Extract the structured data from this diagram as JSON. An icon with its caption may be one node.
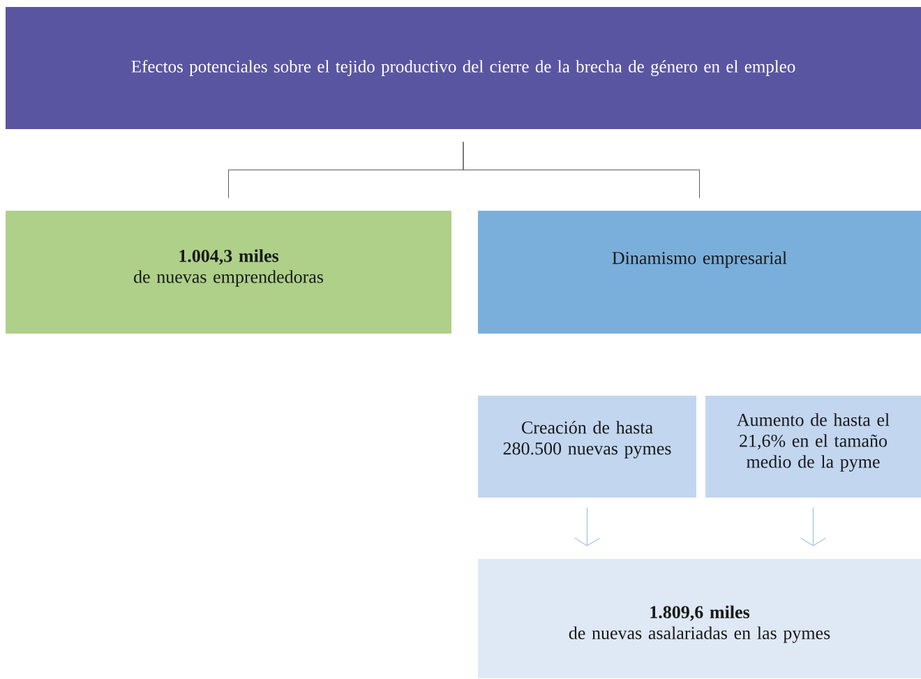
{
  "diagram": {
    "nodes": [
      {
        "text": [
          "Efectos potenciales sobre el tejido productivo del cierre de la brecha de género en el empleo"
        ]
      },
      {
        "text": [
          "1.004,3 miles",
          "de nuevas emprendedoras"
        ]
      },
      {
        "text": [
          "Dinamismo empresarial"
        ]
      },
      {
        "text": [
          "Creación de hasta 280.500 nuevas pymes"
        ]
      },
      {
        "text": [
          "Aumento de hasta el 21,6% en el tamaño medio de la pyme"
        ]
      },
      {
        "text": [
          "1.809,6 miles",
          "de nuevas asalariadas en las pymes"
        ]
      }
    ],
    "edges": [
      {
        "from": 0,
        "to": 1,
        "arrow": "none"
      },
      {
        "from": 0,
        "to": 2,
        "arrow": "none"
      },
      {
        "from": 3,
        "to": 5,
        "arrow": "to",
        "color": "#a9c6e6"
      },
      {
        "from": 4,
        "to": 5,
        "arrow": "to",
        "color": "#a9c6e6"
      }
    ]
  }
}
